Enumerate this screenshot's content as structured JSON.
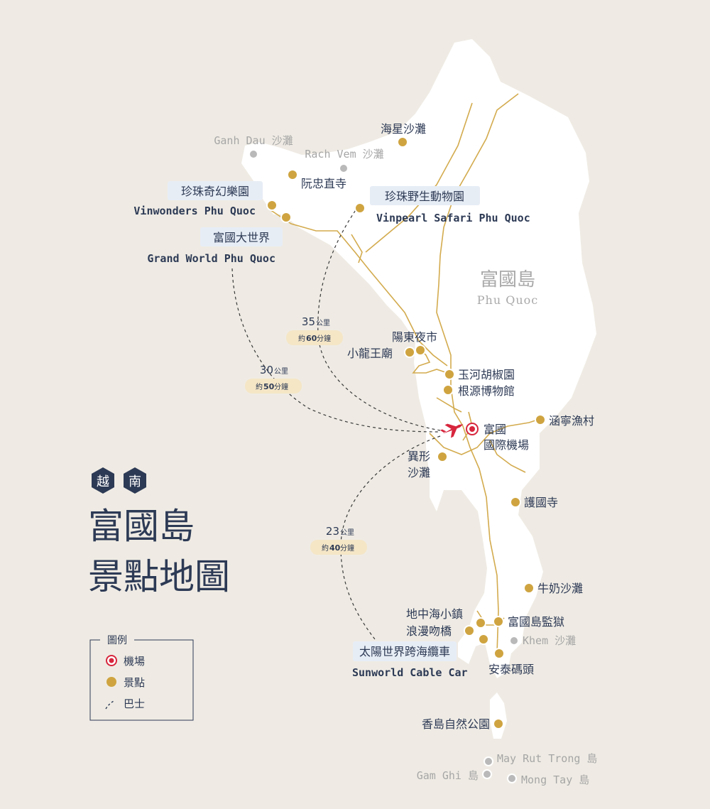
{
  "map": {
    "country_chars": [
      "越",
      "南"
    ],
    "title_lines": [
      "富國島",
      "景點地圖"
    ],
    "island_name_zh": "富國島",
    "island_name_en": "Phu Quoc",
    "legend": {
      "title": "圖例",
      "airport": "機場",
      "attraction": "景點",
      "bus": "巴士"
    },
    "labels": {
      "ganh_dau": "Ganh Dau 沙灘",
      "rach_vem": "Rach Vem 沙灘",
      "hai_xing": "海星沙灘",
      "ruan_zhong": "阮忠直寺",
      "vinwonders_zh": "珍珠奇幻樂園",
      "vinwonders_en": "Vinwonders Phu Quoc",
      "safari_zh": "珍珠野生動物園",
      "safari_en": "Vinpearl Safari Phu Quoc",
      "grand_world_zh": "富國大世界",
      "grand_world_en": "Grand World Phu Quoc",
      "night_market": "陽東夜市",
      "dragon_temple": "小龍王廟",
      "pepper": "玉河胡椒園",
      "museum": "根源博物館",
      "fishing": "涵寧漁村",
      "airport_1": "富國",
      "airport_2": "國際機場",
      "yi_xing_1": "異形",
      "yi_xing_2": "沙灘",
      "hu_guo": "護國寺",
      "milk": "牛奶沙灘",
      "med_1": "地中海小鎮",
      "med_2": "浪漫吻橋",
      "prison": "富國島監獄",
      "khem": "Khem 沙灘",
      "cable_zh": "太陽世界跨海纜車",
      "cable_en": "Sunworld Cable Car",
      "an_thoi": "安泰碼頭",
      "xiang_park": "香島自然公園",
      "may_rut": "May Rut Trong 島",
      "gam_ghi": "Gam Ghi 島",
      "mong_tay": "Mong Tay 島"
    },
    "routes": [
      {
        "distance": "35",
        "unit": "公里",
        "time_pre": "約",
        "time": "60",
        "time_unit": "分鐘"
      },
      {
        "distance": "30",
        "unit": "公里",
        "time_pre": "約",
        "time": "50",
        "time_unit": "分鐘"
      },
      {
        "distance": "23",
        "unit": "公里",
        "time_pre": "約",
        "time": "40",
        "time_unit": "分鐘"
      }
    ],
    "colors": {
      "background": "#efebe4",
      "land": "#ffffff",
      "navy": "#2d3a55",
      "gold": "#cfa440",
      "road": "#d3ab4e",
      "airport_red": "#d7263d",
      "gray": "#a6a6a6"
    },
    "icons": [
      "airport-icon",
      "plane-icon",
      "attraction-dot-icon",
      "gray-dot-icon",
      "bus-route-icon"
    ]
  }
}
